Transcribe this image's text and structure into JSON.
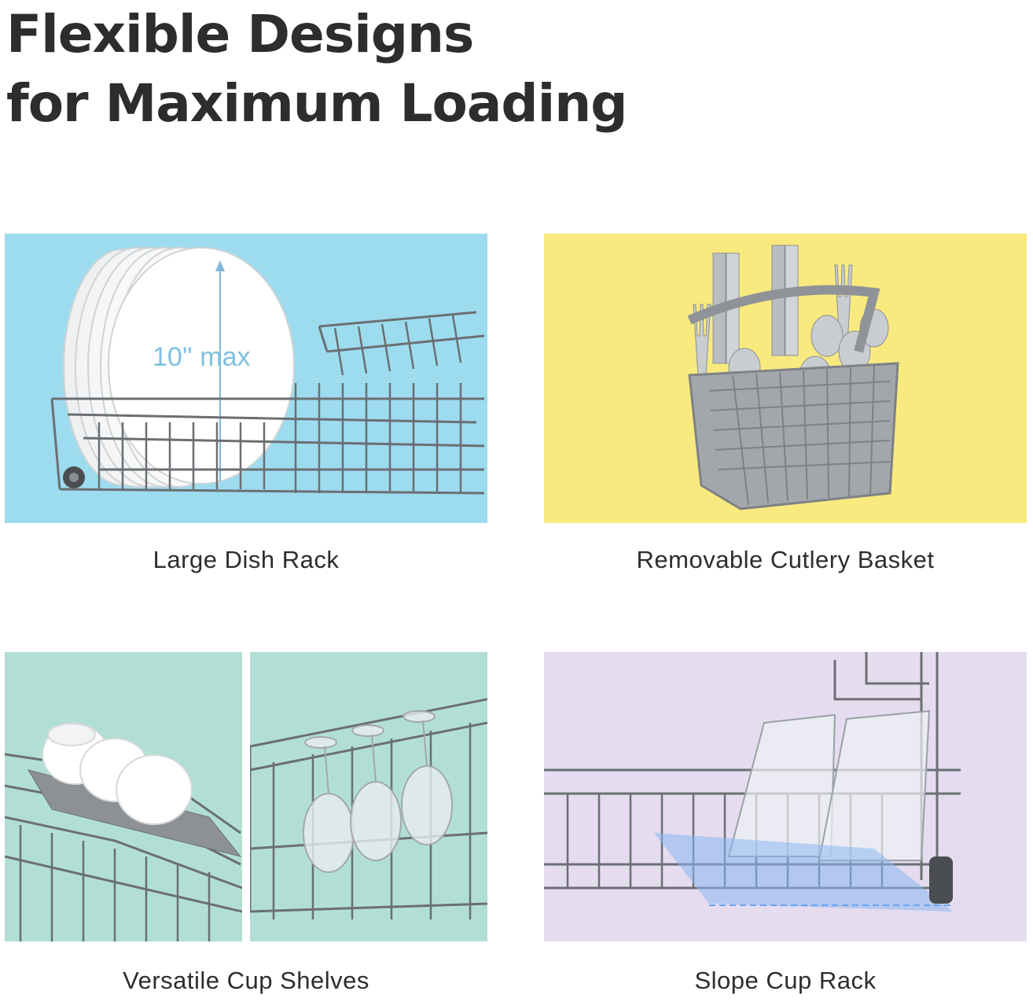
{
  "headline": {
    "line1": "Flexible Designs",
    "line2": "for Maximum Loading"
  },
  "features": [
    {
      "caption": "Large Dish Rack",
      "overlay_text": "10'' max",
      "bg_color": "#9ddcef",
      "icon": "dish-rack-icon"
    },
    {
      "caption": "Removable Cutlery Basket",
      "bg_color": "#f8ea7e",
      "icon": "cutlery-basket-icon"
    },
    {
      "caption": "Versatile Cup Shelves",
      "bg_color": "#b1dfd6",
      "icon": "cup-shelves-icon"
    },
    {
      "caption": "Slope Cup Rack",
      "bg_color": "#e5dcf0",
      "icon": "slope-cup-rack-icon"
    }
  ]
}
